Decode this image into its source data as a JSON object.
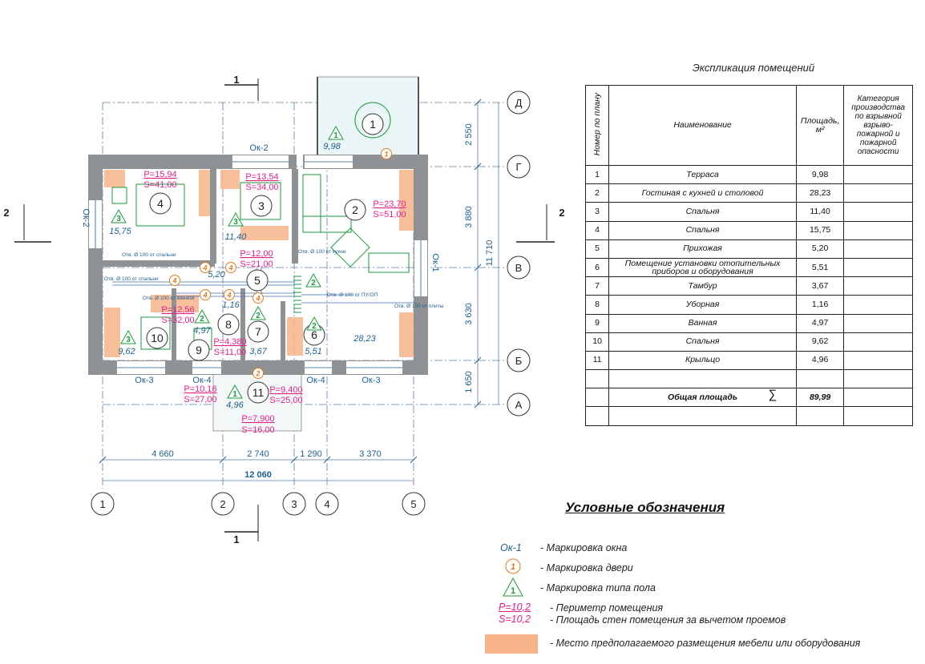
{
  "explication": {
    "title": "Экспликация помещений",
    "headers": {
      "number": "Номер по плану",
      "name": "Наименование",
      "area": "Площадь, м²",
      "category": "Категория производства по взрывной взрыво- пожарной и пожарной опасности"
    },
    "rows": [
      {
        "n": "1",
        "name": "Терраса",
        "area": "9,98"
      },
      {
        "n": "2",
        "name": "Гостиная с кухней и столовой",
        "area": "28,23"
      },
      {
        "n": "3",
        "name": "Спальня",
        "area": "11,40"
      },
      {
        "n": "4",
        "name": "Спальня",
        "area": "15,75"
      },
      {
        "n": "5",
        "name": "Прихожая",
        "area": "5,20"
      },
      {
        "n": "6",
        "name": "Помещение установки отопительных приборов и оборудования",
        "area": "5,51"
      },
      {
        "n": "7",
        "name": "Тамбур",
        "area": "3,67"
      },
      {
        "n": "8",
        "name": "Уборная",
        "area": "1,16"
      },
      {
        "n": "9",
        "name": "Ванная",
        "area": "4,97"
      },
      {
        "n": "10",
        "name": "Спальня",
        "area": "9,62"
      },
      {
        "n": "11",
        "name": "Крыльцо",
        "area": "4,96"
      }
    ],
    "total_label": "Общая площадь",
    "total_symbol": "∑",
    "total_value": "89,99"
  },
  "legend": {
    "title": "Условные обозначения",
    "window_mark": "Ок-1",
    "window_text": "- Маркировка окна",
    "door_mark": "1",
    "door_text": "- Маркировка двери",
    "floor_mark": "1",
    "floor_text": "- Маркировка типа пола",
    "perimeter_mark": "P=10,2",
    "perimeter_text": "- Периметр помещения",
    "wall_area_mark": "S=10,2",
    "wall_area_text": "- Площадь стен помещения за вычетом проемов",
    "furniture_text": "- Место предполагаемого размещения мебели или оборудования",
    "colors": {
      "window": "#1f5f8b",
      "door": "#e07b1a",
      "floor": "#1a9a3a",
      "pink": "#e0218a",
      "furniture": "#f7b48a"
    }
  },
  "plan": {
    "section_mark": "1",
    "section_mark_side": "2",
    "axes_letters": [
      "Д",
      "Г",
      "В",
      "Б",
      "А"
    ],
    "axes_numbers": [
      "1",
      "2",
      "3",
      "4",
      "5"
    ],
    "dims_vertical": [
      "2 550",
      "3 880",
      "3 630",
      "1 650"
    ],
    "dim_vertical_total": "11 710",
    "dims_horizontal": [
      "4 660",
      "2 740",
      "1 290",
      "3 370"
    ],
    "dim_horizontal_total": "12 060",
    "windows": [
      "Ок-2",
      "Ок-2",
      "Ок-1",
      "Ок-3",
      "Ок-4",
      "Ок-4",
      "Ок-3"
    ],
    "rooms": [
      {
        "n": "1",
        "floor": "1",
        "area": "9,98"
      },
      {
        "n": "2",
        "floor": "2",
        "area": "28,23",
        "p": "P=23,70",
        "s": "S=51,00"
      },
      {
        "n": "3",
        "floor": "3",
        "area": "11,40",
        "p": "P=13,54",
        "s": "S=34,00"
      },
      {
        "n": "4",
        "floor": "3",
        "area": "15,75",
        "p": "P=15,94",
        "s": "S=41,00"
      },
      {
        "n": "5",
        "area": "5,20",
        "p": "P=12,00",
        "s": "S=21,00"
      },
      {
        "n": "6",
        "floor": "2",
        "area": "5,51"
      },
      {
        "n": "7",
        "floor": "2",
        "area": "3,67"
      },
      {
        "n": "8",
        "area": "1,16",
        "p": "P=4,380",
        "s": "S=11,00"
      },
      {
        "n": "9",
        "floor": "2",
        "area": "4,97",
        "p": "P=12,56",
        "s": "S=32,00"
      },
      {
        "n": "10",
        "floor": "3",
        "area": "9,62"
      },
      {
        "n": "11",
        "floor": "1",
        "area": "4,96",
        "p": "P=10,16",
        "s": "S=27,00"
      }
    ],
    "porch_p": "P=9,400",
    "porch_s": "S=25,00",
    "porch2_p": "P=7,900",
    "porch2_s": "S=16,00",
    "door_numbers": [
      "1",
      "4",
      "4",
      "4",
      "4",
      "4",
      "4",
      "2"
    ],
    "notes": [
      "Отв. Ø 100 от спальни",
      "Отв. Ø 100 от спальни",
      "Отв. Ø 100 от ванной",
      "Отв. Ø 100 от кухни",
      "Отв. Ø 100 от плиты",
      "Отв. Ø 100 от ПУ/ОП"
    ]
  }
}
